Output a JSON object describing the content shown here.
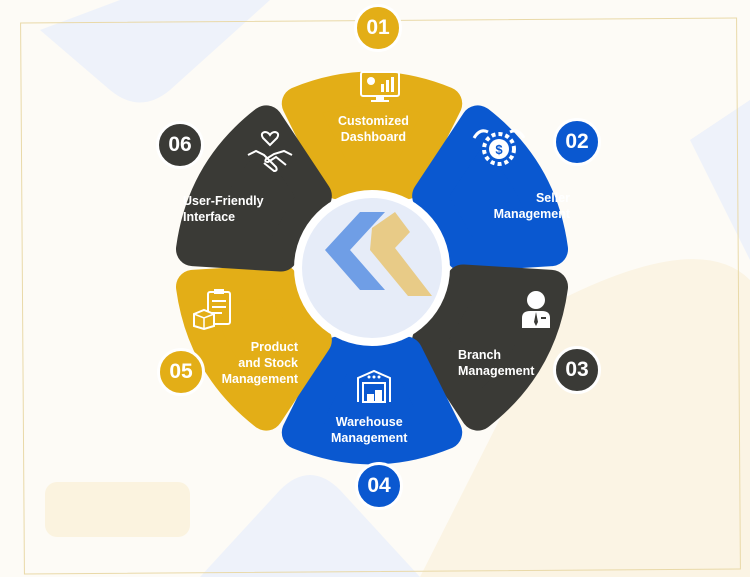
{
  "colors": {
    "yellow": "#E3AE17",
    "blue": "#0A58D0",
    "dark": "#3A3A36",
    "center": "#E6ECF8",
    "logo_blue": "#6F9EE6",
    "logo_gold": "#E8C87A"
  },
  "items": [
    {
      "number": "01",
      "lines": [
        "Customized",
        "Dashboard"
      ],
      "color": "#E3AE17",
      "icon": "dashboard-monitor-icon"
    },
    {
      "number": "02",
      "lines": [
        "Seller",
        "Management"
      ],
      "color": "#0A58D0",
      "icon": "gear-dollar-icon"
    },
    {
      "number": "03",
      "lines": [
        "Branch",
        "Management"
      ],
      "color": "#3A3A36",
      "icon": "manager-person-icon"
    },
    {
      "number": "04",
      "lines": [
        "Warehouse",
        "Management"
      ],
      "color": "#0A58D0",
      "icon": "warehouse-icon"
    },
    {
      "number": "05",
      "lines": [
        "Product",
        "and Stock",
        "Management"
      ],
      "color": "#E3AE17",
      "icon": "clipboard-box-icon"
    },
    {
      "number": "06",
      "lines": [
        "User-Friendly",
        "Interface"
      ],
      "color": "#3A3A36",
      "icon": "handshake-heart-icon"
    }
  ]
}
